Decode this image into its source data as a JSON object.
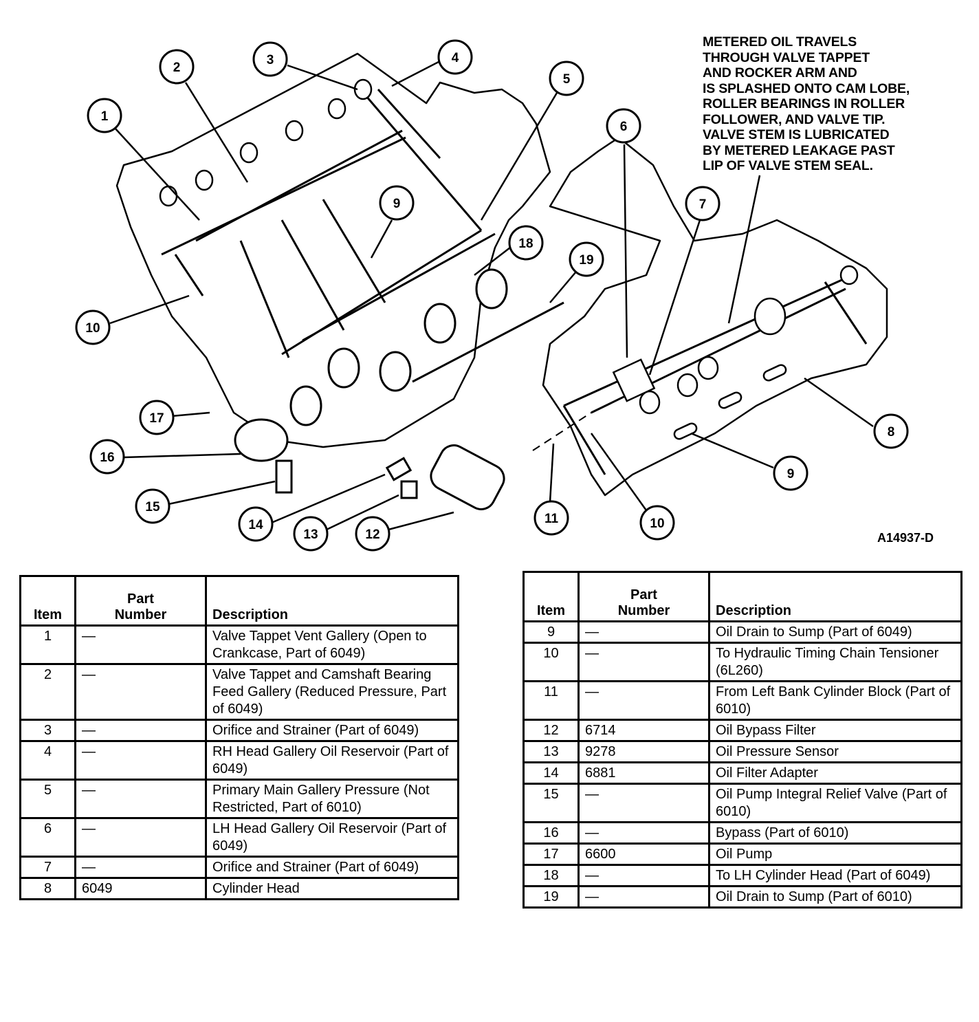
{
  "note": {
    "lines": [
      "METERED OIL TRAVELS",
      "THROUGH VALVE TAPPET",
      "AND ROCKER ARM AND",
      "IS SPLASHED ONTO CAM LOBE,",
      "ROLLER BEARINGS IN ROLLER",
      "FOLLOWER, AND VALVE TIP.",
      "VALVE STEM IS LUBRICATED",
      "BY METERED LEAKAGE PAST",
      "LIP OF VALVE STEM SEAL."
    ]
  },
  "figure_id": "A14937-D",
  "callouts": [
    "1",
    "2",
    "3",
    "4",
    "5",
    "6",
    "7",
    "8",
    "9",
    "10",
    "11",
    "12",
    "13",
    "14",
    "15",
    "16",
    "17",
    "18",
    "19",
    "10",
    "8",
    "9"
  ],
  "table_headers": {
    "item": "Item",
    "part_line1": "Part",
    "part_line2": "Number",
    "description": "Description"
  },
  "parts_left": [
    {
      "item": "1",
      "part": "—",
      "desc": "Valve Tappet Vent Gallery (Open to Crankcase, Part of 6049)"
    },
    {
      "item": "2",
      "part": "—",
      "desc": "Valve Tappet and Camshaft Bearing Feed Gallery (Reduced Pressure, Part of 6049)"
    },
    {
      "item": "3",
      "part": "—",
      "desc": "Orifice and Strainer (Part of 6049)"
    },
    {
      "item": "4",
      "part": "—",
      "desc": "RH Head Gallery Oil Reservoir (Part of 6049)"
    },
    {
      "item": "5",
      "part": "—",
      "desc": "Primary Main Gallery Pressure (Not Restricted, Part of 6010)"
    },
    {
      "item": "6",
      "part": "—",
      "desc": "LH Head Gallery Oil Reservoir (Part of 6049)"
    },
    {
      "item": "7",
      "part": "—",
      "desc": "Orifice and Strainer (Part of 6049)"
    },
    {
      "item": "8",
      "part": "6049",
      "desc": "Cylinder Head"
    }
  ],
  "parts_right": [
    {
      "item": "9",
      "part": "—",
      "desc": "Oil Drain to Sump (Part of 6049)"
    },
    {
      "item": "10",
      "part": "—",
      "desc": "To Hydraulic Timing Chain Tensioner (6L260)"
    },
    {
      "item": "11",
      "part": "—",
      "desc": "From Left Bank Cylinder Block (Part of 6010)"
    },
    {
      "item": "12",
      "part": "6714",
      "desc": "Oil Bypass Filter"
    },
    {
      "item": "13",
      "part": "9278",
      "desc": "Oil Pressure Sensor"
    },
    {
      "item": "14",
      "part": "6881",
      "desc": "Oil Filter Adapter"
    },
    {
      "item": "15",
      "part": "—",
      "desc": "Oil Pump Integral Relief Valve (Part of 6010)"
    },
    {
      "item": "16",
      "part": "—",
      "desc": "Bypass (Part of 6010)"
    },
    {
      "item": "17",
      "part": "6600",
      "desc": "Oil Pump"
    },
    {
      "item": "18",
      "part": "—",
      "desc": "To LH Cylinder Head (Part of 6049)"
    },
    {
      "item": "19",
      "part": "—",
      "desc": "Oil Drain to Sump (Part of 6010)"
    }
  ]
}
